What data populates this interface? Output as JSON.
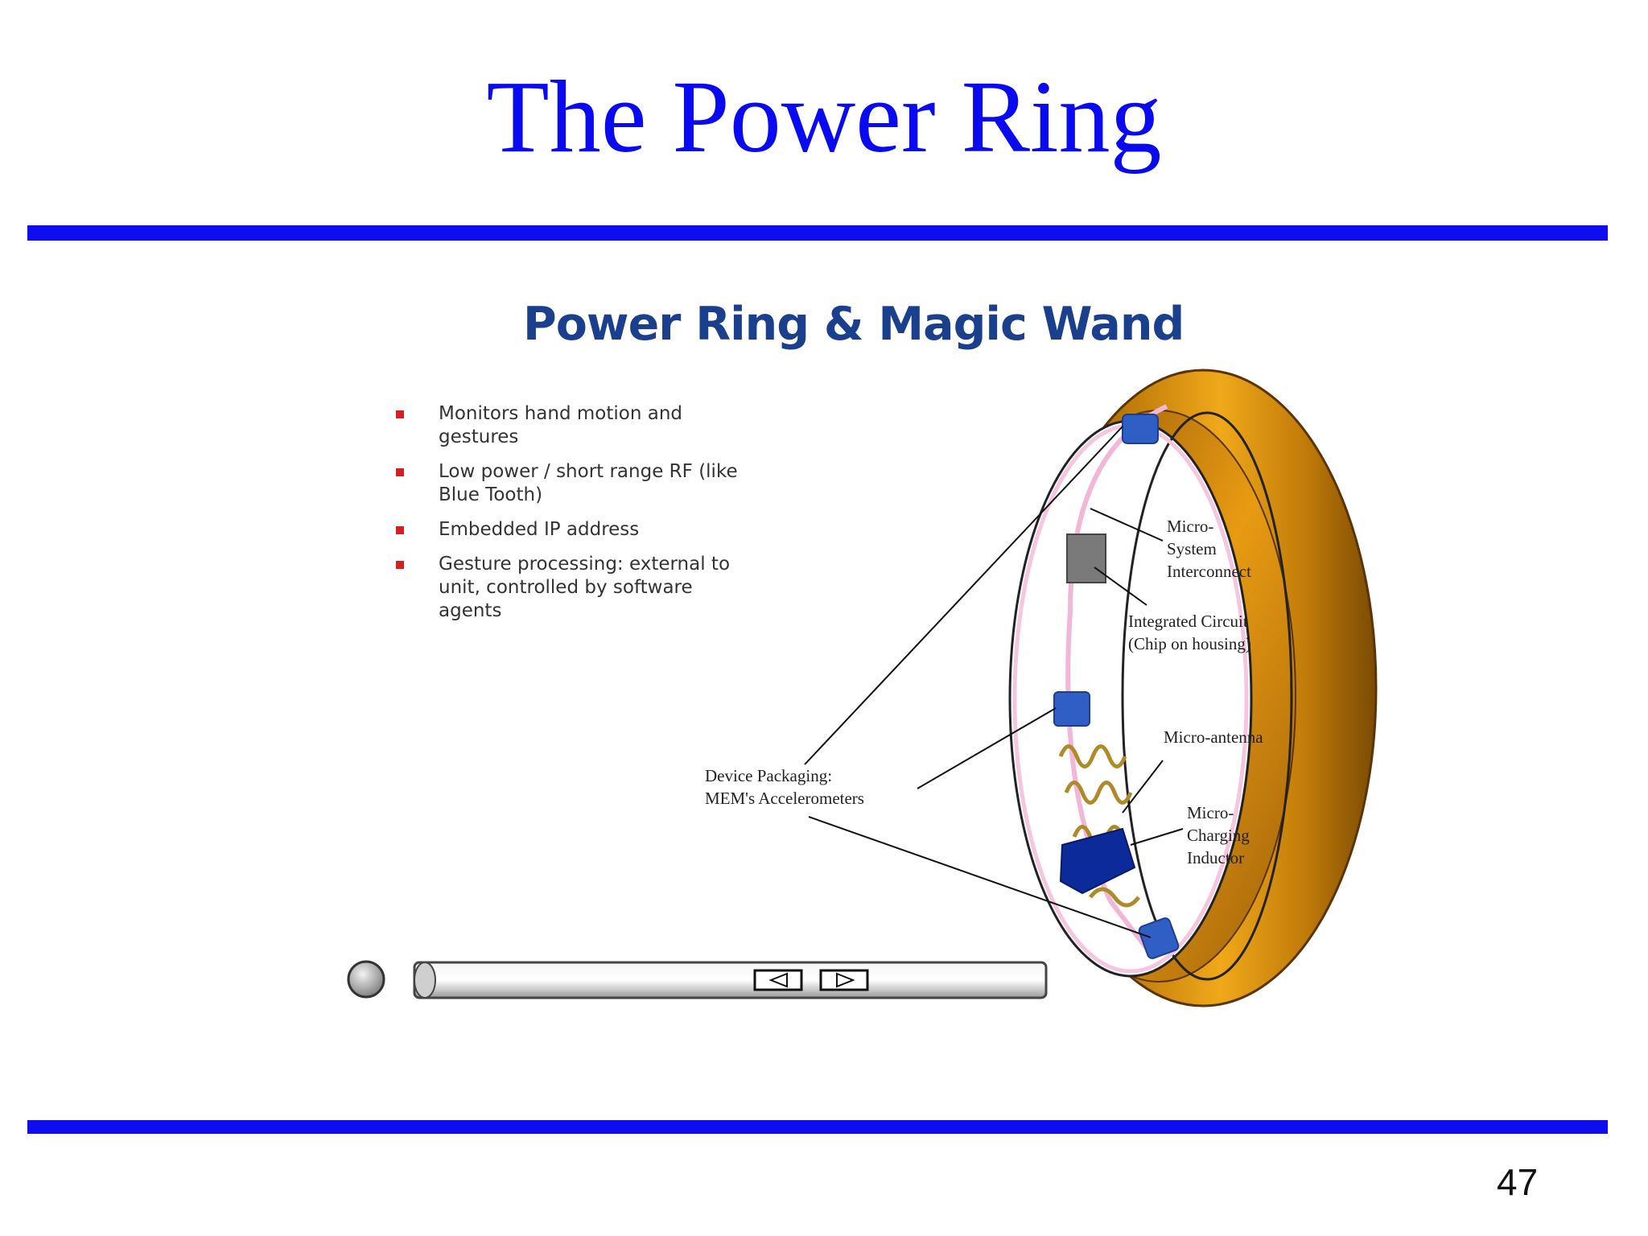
{
  "slide": {
    "title": "The Power Ring",
    "page_number": "47"
  },
  "embedded_slide": {
    "title": "Power Ring & Magic Wand",
    "bullets": [
      "Monitors hand motion and gestures",
      "Low power / short range RF (like Blue Tooth)",
      "Embedded IP address",
      "Gesture processing: external to unit, controlled by software agents"
    ],
    "diagram_labels": {
      "micro_system_interconnect": "Micro-\nSystem\nInterconnect",
      "integrated_circuit": "Integrated Circuit\n(Chip on housing)",
      "micro_antenna": "Micro-antenna",
      "micro_charging_inductor": "Micro-\nCharging\nInductor",
      "device_packaging": "Device Packaging:\nMEM's Accelerometers"
    },
    "player_controls": {
      "back_icon": "rewind-icon",
      "forward_icon": "play-icon"
    }
  },
  "colors": {
    "title_blue": "#0a0af0",
    "rule_blue": "#0d0df0",
    "inner_title": "#1a3f8c",
    "bullet_red": "#d42020",
    "ring_gold": "#c98a10",
    "component_blue": "#2f5fc4"
  }
}
